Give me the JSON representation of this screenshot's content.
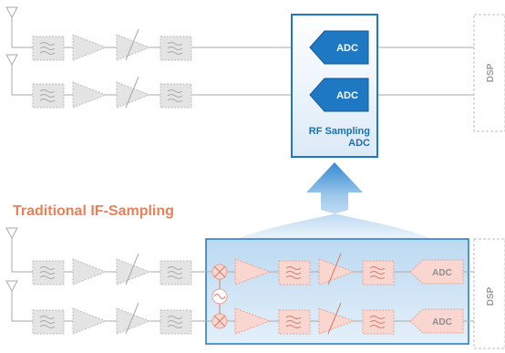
{
  "diagram": {
    "section_title": "Traditional IF-Sampling",
    "rf_adc_label_line1": "RF Sampling",
    "rf_adc_label_line2": "ADC",
    "adc_label": "ADC",
    "dsp_label": "DSP"
  },
  "colors": {
    "chain_line": "#aaaaaa",
    "gray_fill": "#e4e4e4",
    "gray_stroke": "#bdbdbd",
    "pink_fill": "#f9d6cf",
    "pink_stroke": "#e8a494",
    "blue_accent": "#1e78c2",
    "blue_dark": "#13579a",
    "orange_title": "#e8815a"
  }
}
